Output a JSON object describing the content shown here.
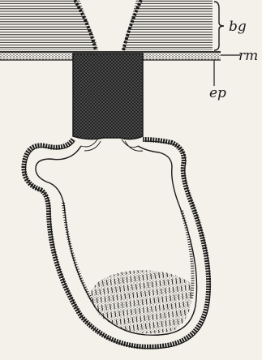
{
  "labels": {
    "bg": "bg",
    "rm": "rm",
    "ep": "ep"
  },
  "colors": {
    "ink": "#1a1a1a",
    "paper": "#f4f1ea"
  }
}
